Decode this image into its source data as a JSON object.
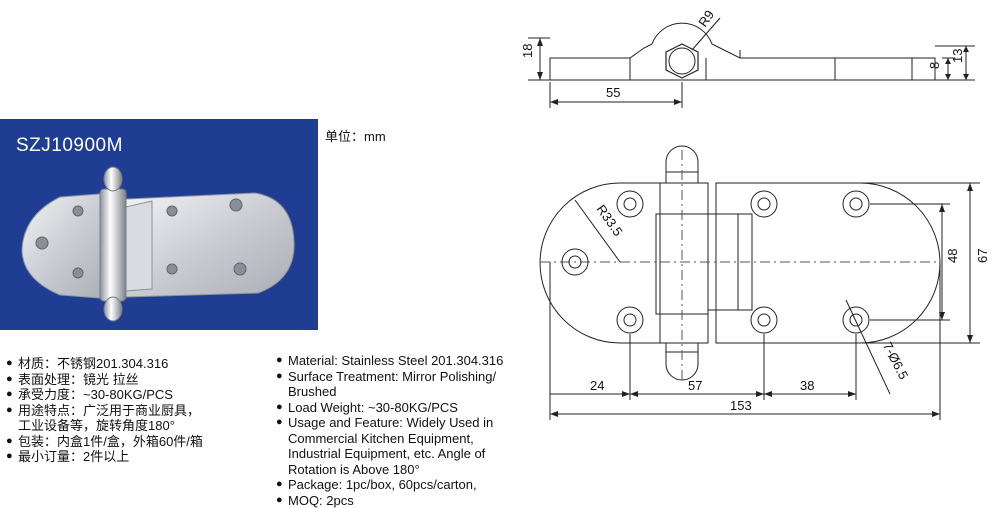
{
  "product": {
    "model": "SZJ10900M",
    "unit_label": "单位：mm"
  },
  "specs_cn": [
    "材质：不锈钢201.304.316",
    "表面处理：镜光 拉丝",
    "承受力度：~30-80KG/PCS",
    "用途特点：广泛用于商业厨具，",
    "工业设备等，旋转角度180°",
    "包装：内盒1件/盒，外箱60件/箱",
    "最小订量：2件以上"
  ],
  "specs_en": [
    "Material: Stainless Steel 201.304.316",
    "Surface Treatment: Mirror Polishing/",
    "Brushed",
    "Load Weight: ~30-80KG/PCS",
    "Usage and Feature: Widely Used in",
    "Commercial Kitchen Equipment,",
    "Industrial Equipment, etc. Angle of",
    "Rotation is Above 180°",
    "Package: 1pc/box, 60pcs/carton,",
    "MOQ: 2pcs"
  ],
  "dimensions": {
    "side": {
      "radius": "R9",
      "height": "18",
      "length": "55",
      "thick_a": "8",
      "thick_b": "13"
    },
    "top": {
      "radius": "R33.5",
      "width": "67",
      "hole_spacing_v": "48",
      "holes": "7-Ø6.5",
      "offset": "24",
      "span_a": "57",
      "span_b": "38",
      "length": "153"
    }
  },
  "colors": {
    "panel_bg": "#1f3e93",
    "line": "#222222"
  }
}
